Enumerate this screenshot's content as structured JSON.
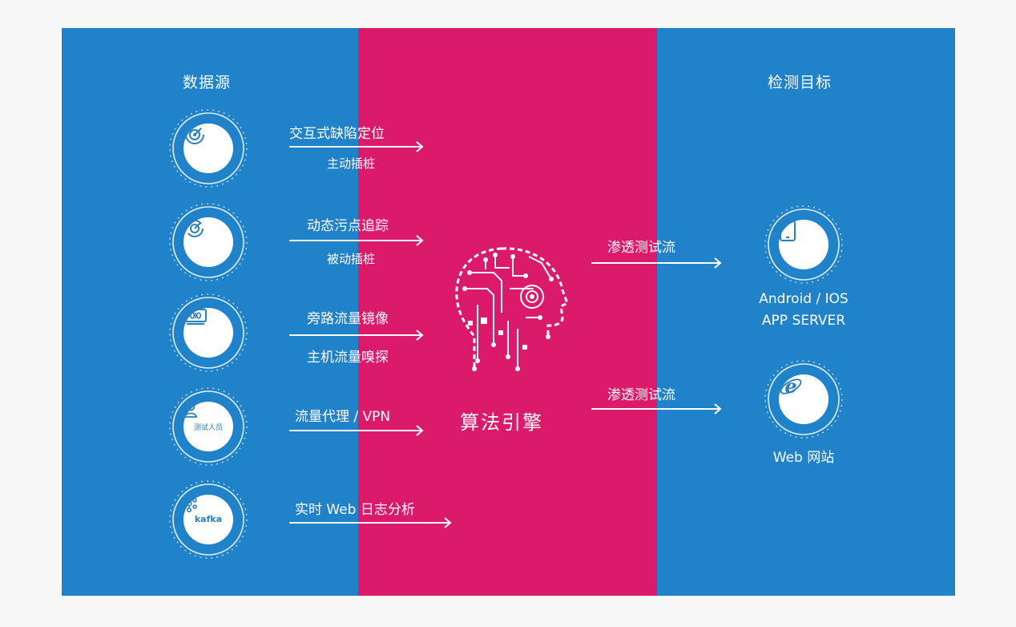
{
  "colors": {
    "left_panel": "#2082c8",
    "mid_panel": "#dc1a6c",
    "right_panel": "#2082c8",
    "icon_fg": "#2a7fc1"
  },
  "headings": {
    "sources": "数据源",
    "targets": "检测目标"
  },
  "sources": [
    {
      "icon": "radar-scan-icon",
      "label": "交互式缺陷定位",
      "sublabel": "主动插桩"
    },
    {
      "icon": "target-refresh-icon",
      "label": "动态污点追踪",
      "sublabel": "被动插桩"
    },
    {
      "icon": "traffic-device-icon",
      "label": "旁路流量镜像",
      "sublabel": "主机流量嗅探"
    },
    {
      "icon": "person-icon",
      "icon_text": "测试人员",
      "label": "流量代理 / VPN"
    },
    {
      "icon": "kafka-logo-icon",
      "icon_text": "kafka",
      "label": "实时 Web 日志分析"
    }
  ],
  "engine": {
    "icon": "ai-circuit-head-icon",
    "label": "算法引擎"
  },
  "flows": [
    {
      "label": "渗透测试流"
    },
    {
      "label": "渗透测试流"
    }
  ],
  "targets": [
    {
      "icon": "tablet-icon",
      "line1": "Android / IOS",
      "line2": "APP SERVER"
    },
    {
      "icon": "internet-explorer-icon",
      "line1": "Web 网站"
    }
  ]
}
